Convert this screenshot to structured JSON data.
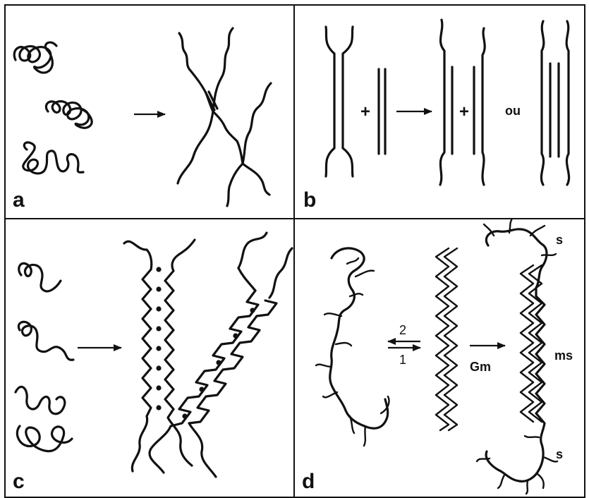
{
  "panels": {
    "a": {
      "letter": "a"
    },
    "b": {
      "letter": "b",
      "plus_1": "+",
      "plus_2": "+",
      "or_label": "ou"
    },
    "c": {
      "letter": "c"
    },
    "d": {
      "letter": "d",
      "arrow_top_label": "2",
      "arrow_bottom_label": "1",
      "reagent_label": "Gm",
      "label_s_top": "s",
      "label_ms": "ms",
      "label_s_bottom": "s"
    }
  }
}
